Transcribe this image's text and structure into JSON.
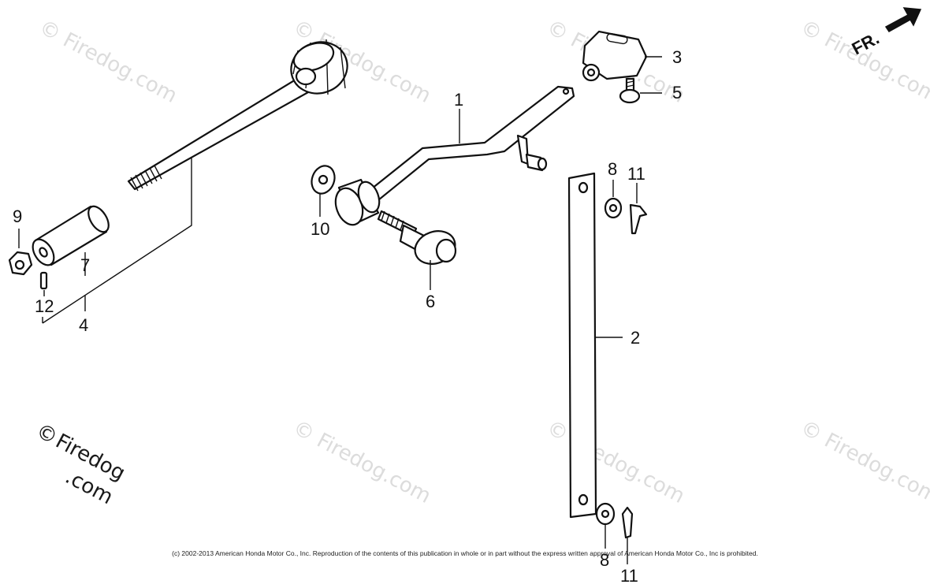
{
  "watermark": {
    "text": "© Firedog.com",
    "color": "#dcdcdc"
  },
  "watermark_main": {
    "text_symbol": "©",
    "text_a": "Firedog",
    "text_b": ".com"
  },
  "direction_label": "FR.",
  "copyright": "(c) 2002-2013 American Honda Motor Co., Inc. Reproduction of the contents of this publication in whole or in part without the express written approval of American Honda Motor Co., Inc is prohibited.",
  "callouts": {
    "c1": "1",
    "c2": "2",
    "c3": "3",
    "c4": "4",
    "c5": "5",
    "c6": "6",
    "c7": "7",
    "c8a": "8",
    "c8b": "8",
    "c9": "9",
    "c10": "10",
    "c11a": "11",
    "c11b": "11",
    "c12": "12"
  }
}
